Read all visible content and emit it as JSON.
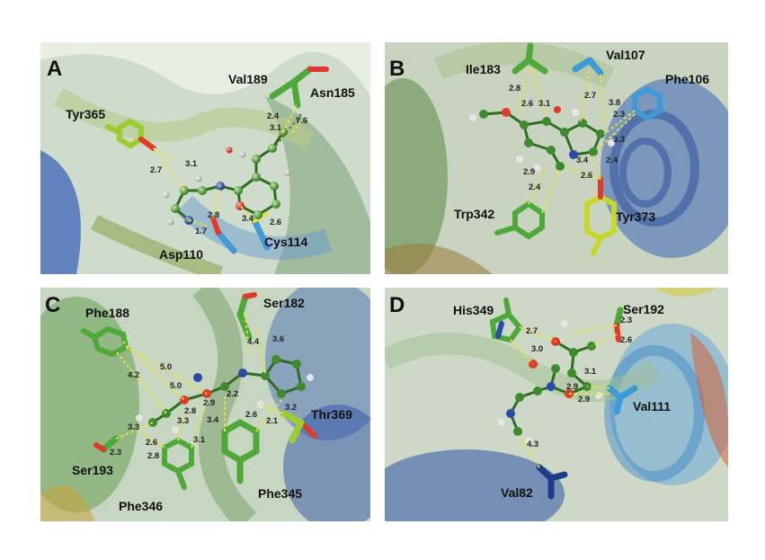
{
  "panels": [
    {
      "label": "A",
      "residues": [
        "Val189",
        "Asn185",
        "Tyr365",
        "Asp110",
        "Cys114"
      ],
      "distances": [
        "2.4",
        "3.1",
        "7.6",
        "3.1",
        "2.7",
        "2.8",
        "3.4",
        "2.6",
        "1.7"
      ]
    },
    {
      "label": "B",
      "residues": [
        "Ile183",
        "Val107",
        "Phe106",
        "Trp342",
        "Tyr373"
      ],
      "distances": [
        "2.8",
        "2.6",
        "3.1",
        "2.7",
        "3.8",
        "2.3",
        "3.3",
        "2.9",
        "3.4",
        "2.4",
        "2.6",
        "2.4"
      ]
    },
    {
      "label": "C",
      "residues": [
        "Phe188",
        "Ser182",
        "Thr369",
        "Ser193",
        "Phe346",
        "Phe345"
      ],
      "distances": [
        "4.4",
        "3.6",
        "4.2",
        "5.0",
        "5.0",
        "2.2",
        "2.8",
        "3.3",
        "3.4",
        "2.9",
        "2.6",
        "3.2",
        "2.1",
        "3.3",
        "2.6",
        "3.1",
        "2.3",
        "2.8"
      ]
    },
    {
      "label": "D",
      "residues": [
        "His349",
        "Ser192",
        "Val111",
        "Val82"
      ],
      "distances": [
        "2.7",
        "3.0",
        "2.3",
        "2.6",
        "3.1",
        "2.9",
        "2.9",
        "4.3"
      ]
    }
  ],
  "colors": {
    "carbon_ligand": "#4fa83a",
    "carbon_residue_lime": "#9ccc2e",
    "carbon_residue_blue": "#3f9bd8",
    "carbon_residue_navy": "#1f3c8c",
    "oxygen": "#e03a2a",
    "nitrogen": "#2b4ba8",
    "hydrogen": "#e6e6e6",
    "hbond_dash": "#e8e23a",
    "panel_bg": "#c9d7c2"
  }
}
